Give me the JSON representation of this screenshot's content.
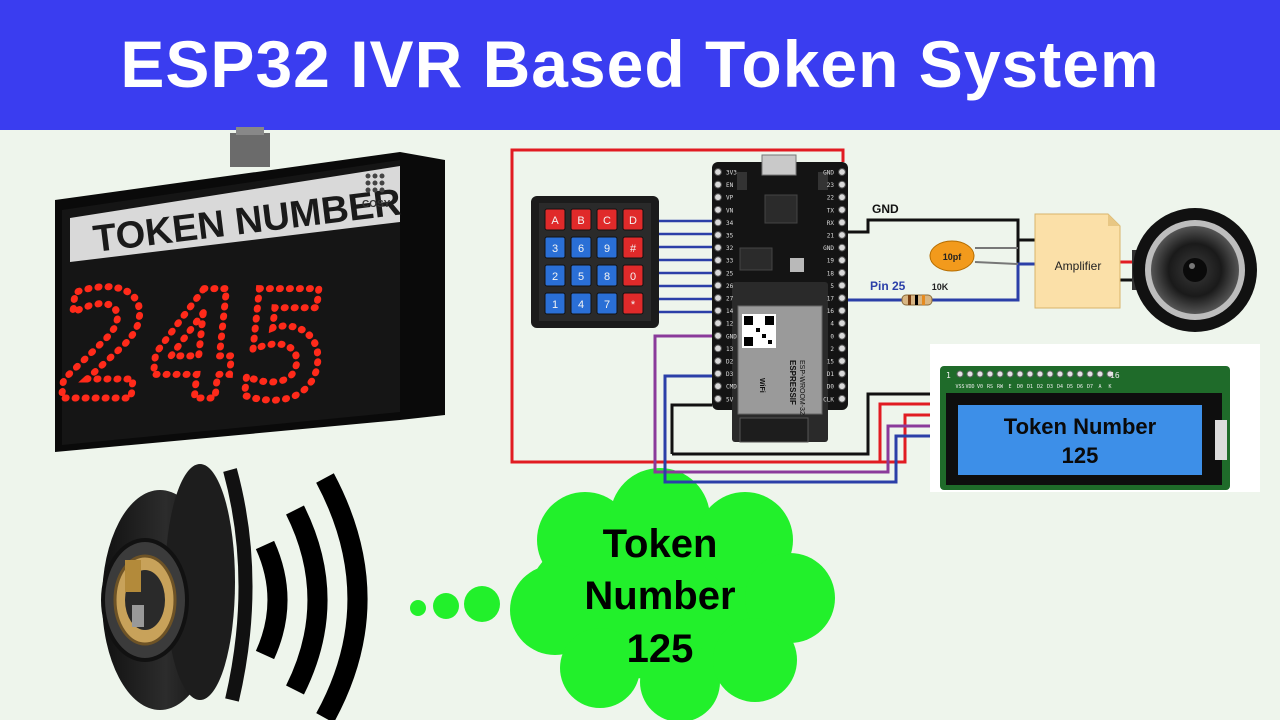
{
  "title": "ESP32 IVR Based Token System",
  "colors": {
    "banner": "#3a3df0",
    "background": "#eef5ec",
    "cloud": "#22f02b",
    "led": "#ff2a1a",
    "wire_red": "#e11b22",
    "wire_blue": "#2b3fa8",
    "wire_purple": "#8a3a9a",
    "wire_black": "#111111",
    "lcd_screen": "#3d8fe8"
  },
  "display_board": {
    "label": "TOKEN NUMBER",
    "brand": "COSY",
    "digits": "245"
  },
  "keypad": {
    "rows": [
      [
        "A",
        "B",
        "C",
        "D"
      ],
      [
        "3",
        "6",
        "9",
        "#"
      ],
      [
        "2",
        "5",
        "8",
        "0"
      ],
      [
        "1",
        "4",
        "7",
        "*"
      ]
    ]
  },
  "esp32": {
    "brand": "ESPRESSIF",
    "model": "ESP-WROOM-32",
    "wifi": "WiFi",
    "left_pins": [
      "3V3",
      "EN",
      "VP",
      "VN",
      "34",
      "35",
      "32",
      "33",
      "25",
      "26",
      "27",
      "14",
      "12",
      "GND",
      "13",
      "D2",
      "D3",
      "CMD",
      "5V"
    ],
    "right_pins": [
      "GND",
      "23",
      "22",
      "TX",
      "RX",
      "21",
      "GND",
      "19",
      "18",
      "5",
      "17",
      "16",
      "4",
      "0",
      "2",
      "15",
      "D1",
      "D0",
      "CLK"
    ]
  },
  "circuit_labels": {
    "gnd": "GND",
    "pin": "Pin 25",
    "capacitor": "10pf",
    "resistor": "10K",
    "amplifier": "Amplifier"
  },
  "lcd": {
    "pin_labels": [
      "VSS",
      "VDD",
      "V0",
      "RS",
      "RW",
      "E",
      "D0",
      "D1",
      "D2",
      "D3",
      "D4",
      "D5",
      "D6",
      "D7",
      "A",
      "K"
    ],
    "pin_start": "1",
    "pin_end": "16",
    "line1": "Token Number",
    "line2": "125"
  },
  "speech": {
    "line1": "Token",
    "line2": "Number",
    "line3": "125"
  }
}
